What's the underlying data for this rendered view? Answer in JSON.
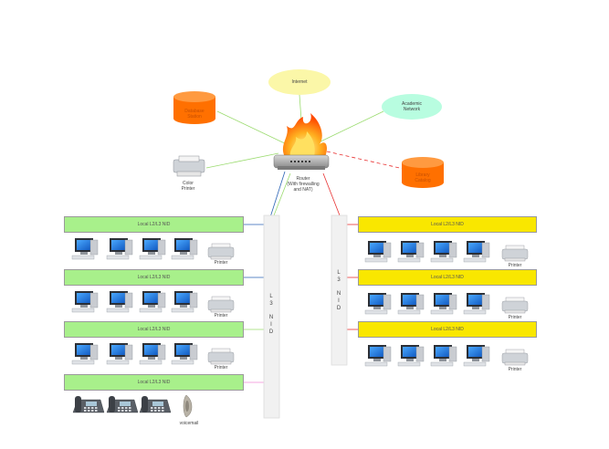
{
  "nodes": {
    "internet": {
      "label": "Internet",
      "color": "#fbf7a8"
    },
    "academic": {
      "label": "Academic\nNetwork",
      "color": "#b8fde0"
    },
    "database_left": {
      "label": "Database\nStation",
      "color": "#ff7000"
    },
    "database_right": {
      "label": "Library\nCatalog",
      "color": "#ff7000"
    },
    "router": {
      "label": "Router\n(With firewalling\nand NAT)"
    },
    "color_printer": {
      "label": "Color\nPrinter"
    }
  },
  "nid_label": "Local L2/L3 NID",
  "printer_label": "Printer",
  "voicemail_label": "voicemail",
  "core_nid_letters": [
    "L",
    "3",
    "N",
    "I",
    "D"
  ],
  "colors": {
    "green_bar": "#a8f08b",
    "yellow_bar": "#f9e700",
    "link_green": "#9adb6e",
    "link_red": "#e83030",
    "link_blue": "#2a63b5",
    "link_pink": "#f08ad8"
  },
  "left_groups": [
    {
      "bar": "Local L2/L3 NID",
      "device": "computers",
      "end": "Printer"
    },
    {
      "bar": "Local L2/L3 NID",
      "device": "computers",
      "end": "Printer"
    },
    {
      "bar": "Local L2/L3 NID",
      "device": "computers",
      "end": "Printer"
    },
    {
      "bar": "Local L2/L3 NID",
      "device": "phones",
      "end": "voicemail"
    }
  ],
  "right_groups": [
    {
      "bar": "Local L2/L3 NID",
      "device": "computers",
      "end": "Printer"
    },
    {
      "bar": "Local L2/L3 NID",
      "device": "computers",
      "end": "Printer"
    },
    {
      "bar": "Local L2/L3 NID",
      "device": "computers",
      "end": "Printer"
    }
  ]
}
